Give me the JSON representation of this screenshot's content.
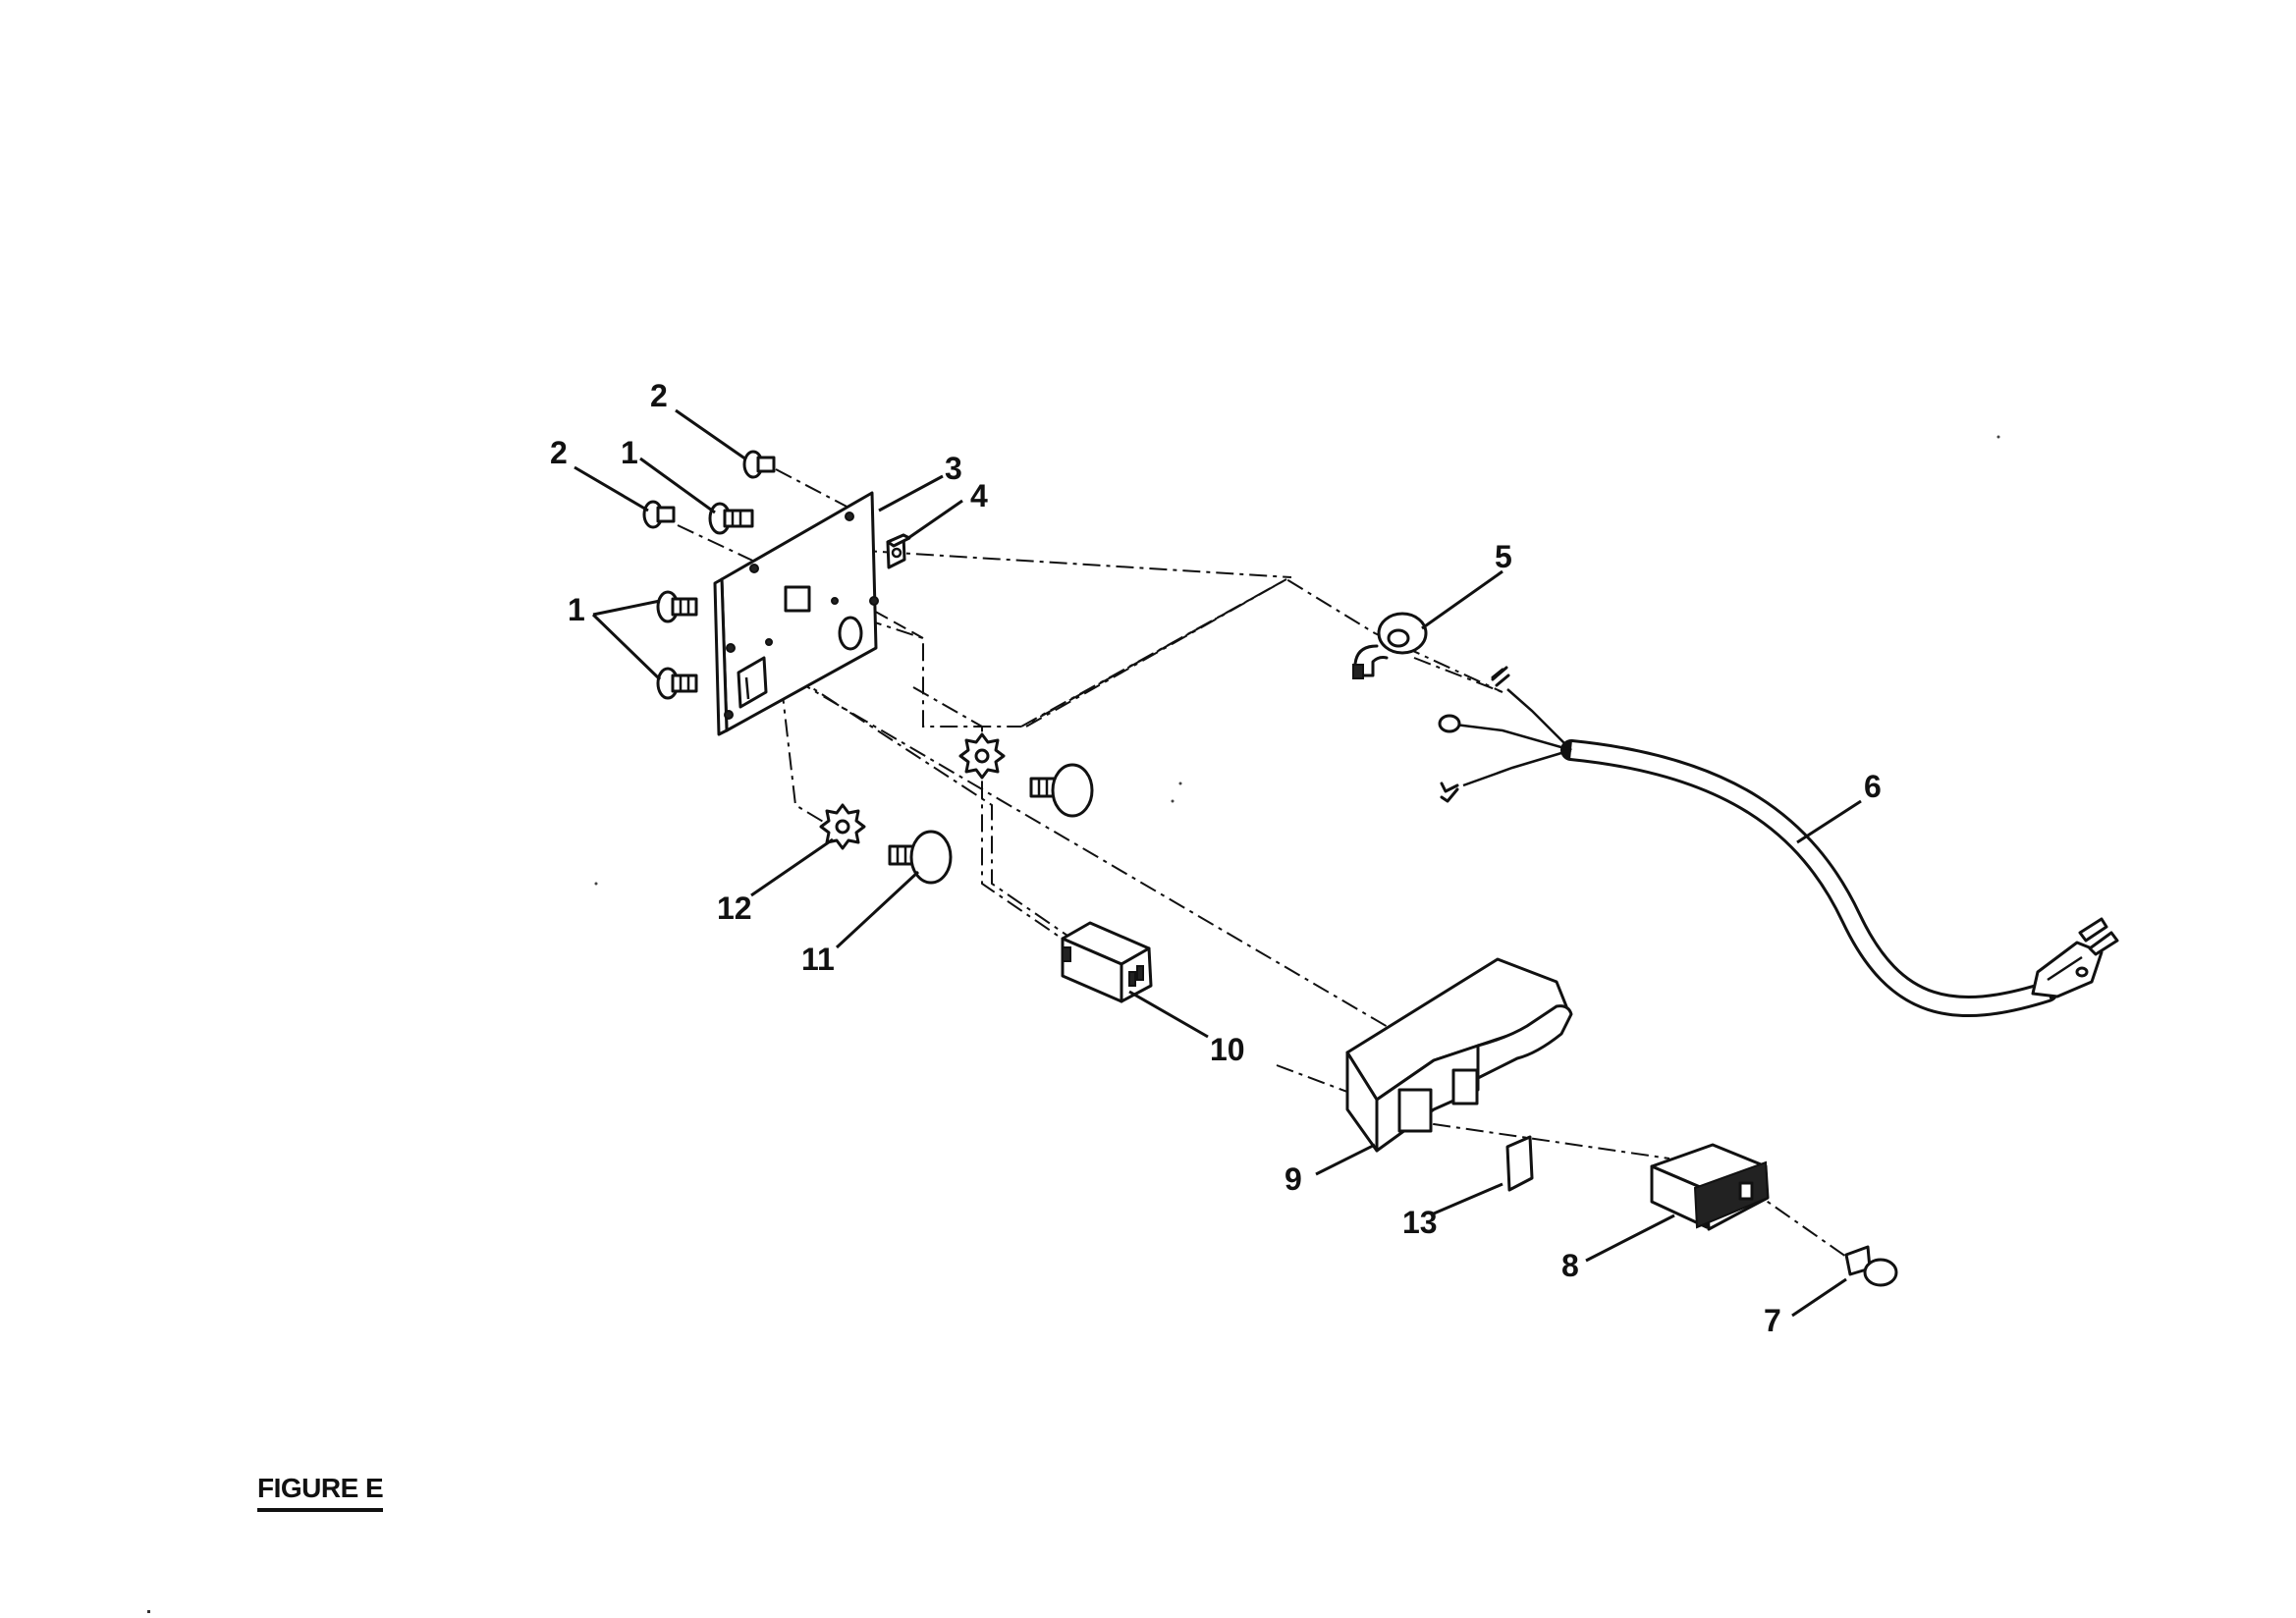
{
  "figure": {
    "caption": "FIGURE E"
  },
  "callouts": [
    {
      "id": "c2a",
      "text": "2"
    },
    {
      "id": "c2b",
      "text": "2"
    },
    {
      "id": "c1a",
      "text": "1"
    },
    {
      "id": "c1b",
      "text": "1"
    },
    {
      "id": "c3",
      "text": "3"
    },
    {
      "id": "c4",
      "text": "4"
    },
    {
      "id": "c5",
      "text": "5"
    },
    {
      "id": "c6",
      "text": "6"
    },
    {
      "id": "c7",
      "text": "7"
    },
    {
      "id": "c8",
      "text": "8"
    },
    {
      "id": "c9",
      "text": "9"
    },
    {
      "id": "c10",
      "text": "10"
    },
    {
      "id": "c11",
      "text": "11"
    },
    {
      "id": "c12",
      "text": "12"
    },
    {
      "id": "c13",
      "text": "13"
    }
  ]
}
